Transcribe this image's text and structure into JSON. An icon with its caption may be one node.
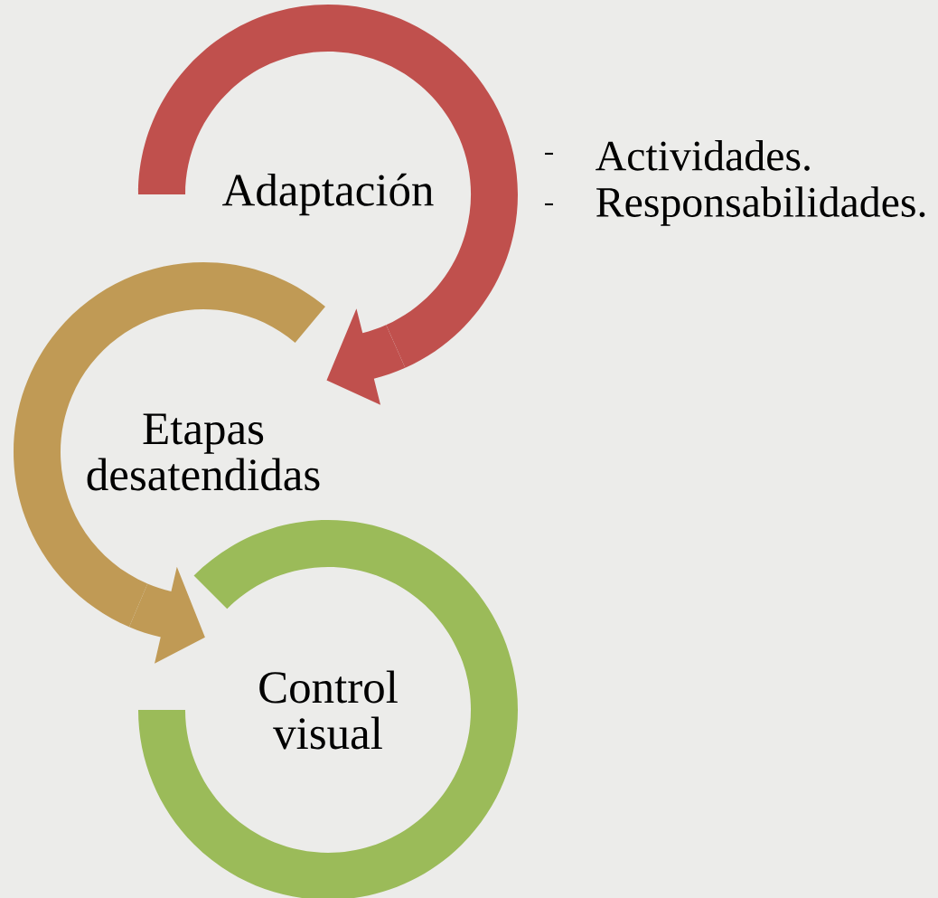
{
  "diagram": {
    "nodes": [
      {
        "text": [
          "Adaptación"
        ],
        "beside": [
          "Actividades.",
          "Responsabilidades."
        ]
      },
      {
        "text": [
          "Etapas desatendidas"
        ]
      },
      {
        "text": [
          "Control visual"
        ]
      }
    ],
    "edges": [
      {
        "from": 0,
        "to": 1,
        "arrow": "to",
        "color": "#c0504d"
      },
      {
        "from": 1,
        "to": 2,
        "arrow": "to",
        "color": "#c09a55"
      }
    ]
  }
}
